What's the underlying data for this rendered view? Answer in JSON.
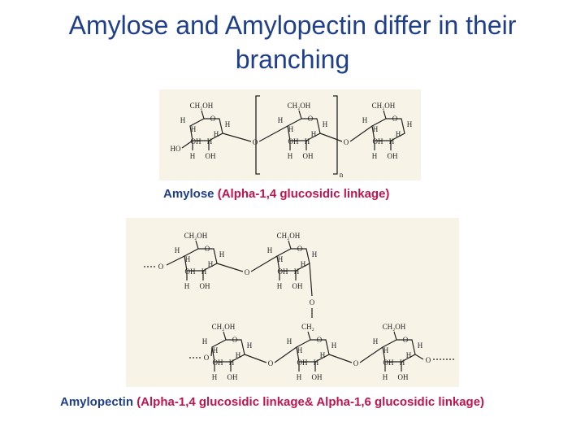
{
  "title": "Amylose and Amylopectin differ in their branching",
  "colors": {
    "title": "#1f3f8a",
    "name": "#1f3f8a",
    "linkage": "#c0144c"
  },
  "amylose": {
    "name": "Amylose",
    "linkage": "(Alpha-1,4 glucosidic linkage)",
    "ring_labels": {
      "ch2oh": "CH₂OH",
      "o": "O",
      "h": "H",
      "oh": "OH",
      "ho": "HO",
      "n": "n"
    }
  },
  "amylopectin": {
    "name": "Amylopectin",
    "linkage": "(Alpha-1,4 glucosidic linkage& Alpha-1,6 glucosidic linkage)",
    "ring_labels": {
      "ch2oh": "CH₂OH",
      "ch2": "CH₂",
      "o": "O",
      "h": "H",
      "oh": "OH"
    }
  }
}
